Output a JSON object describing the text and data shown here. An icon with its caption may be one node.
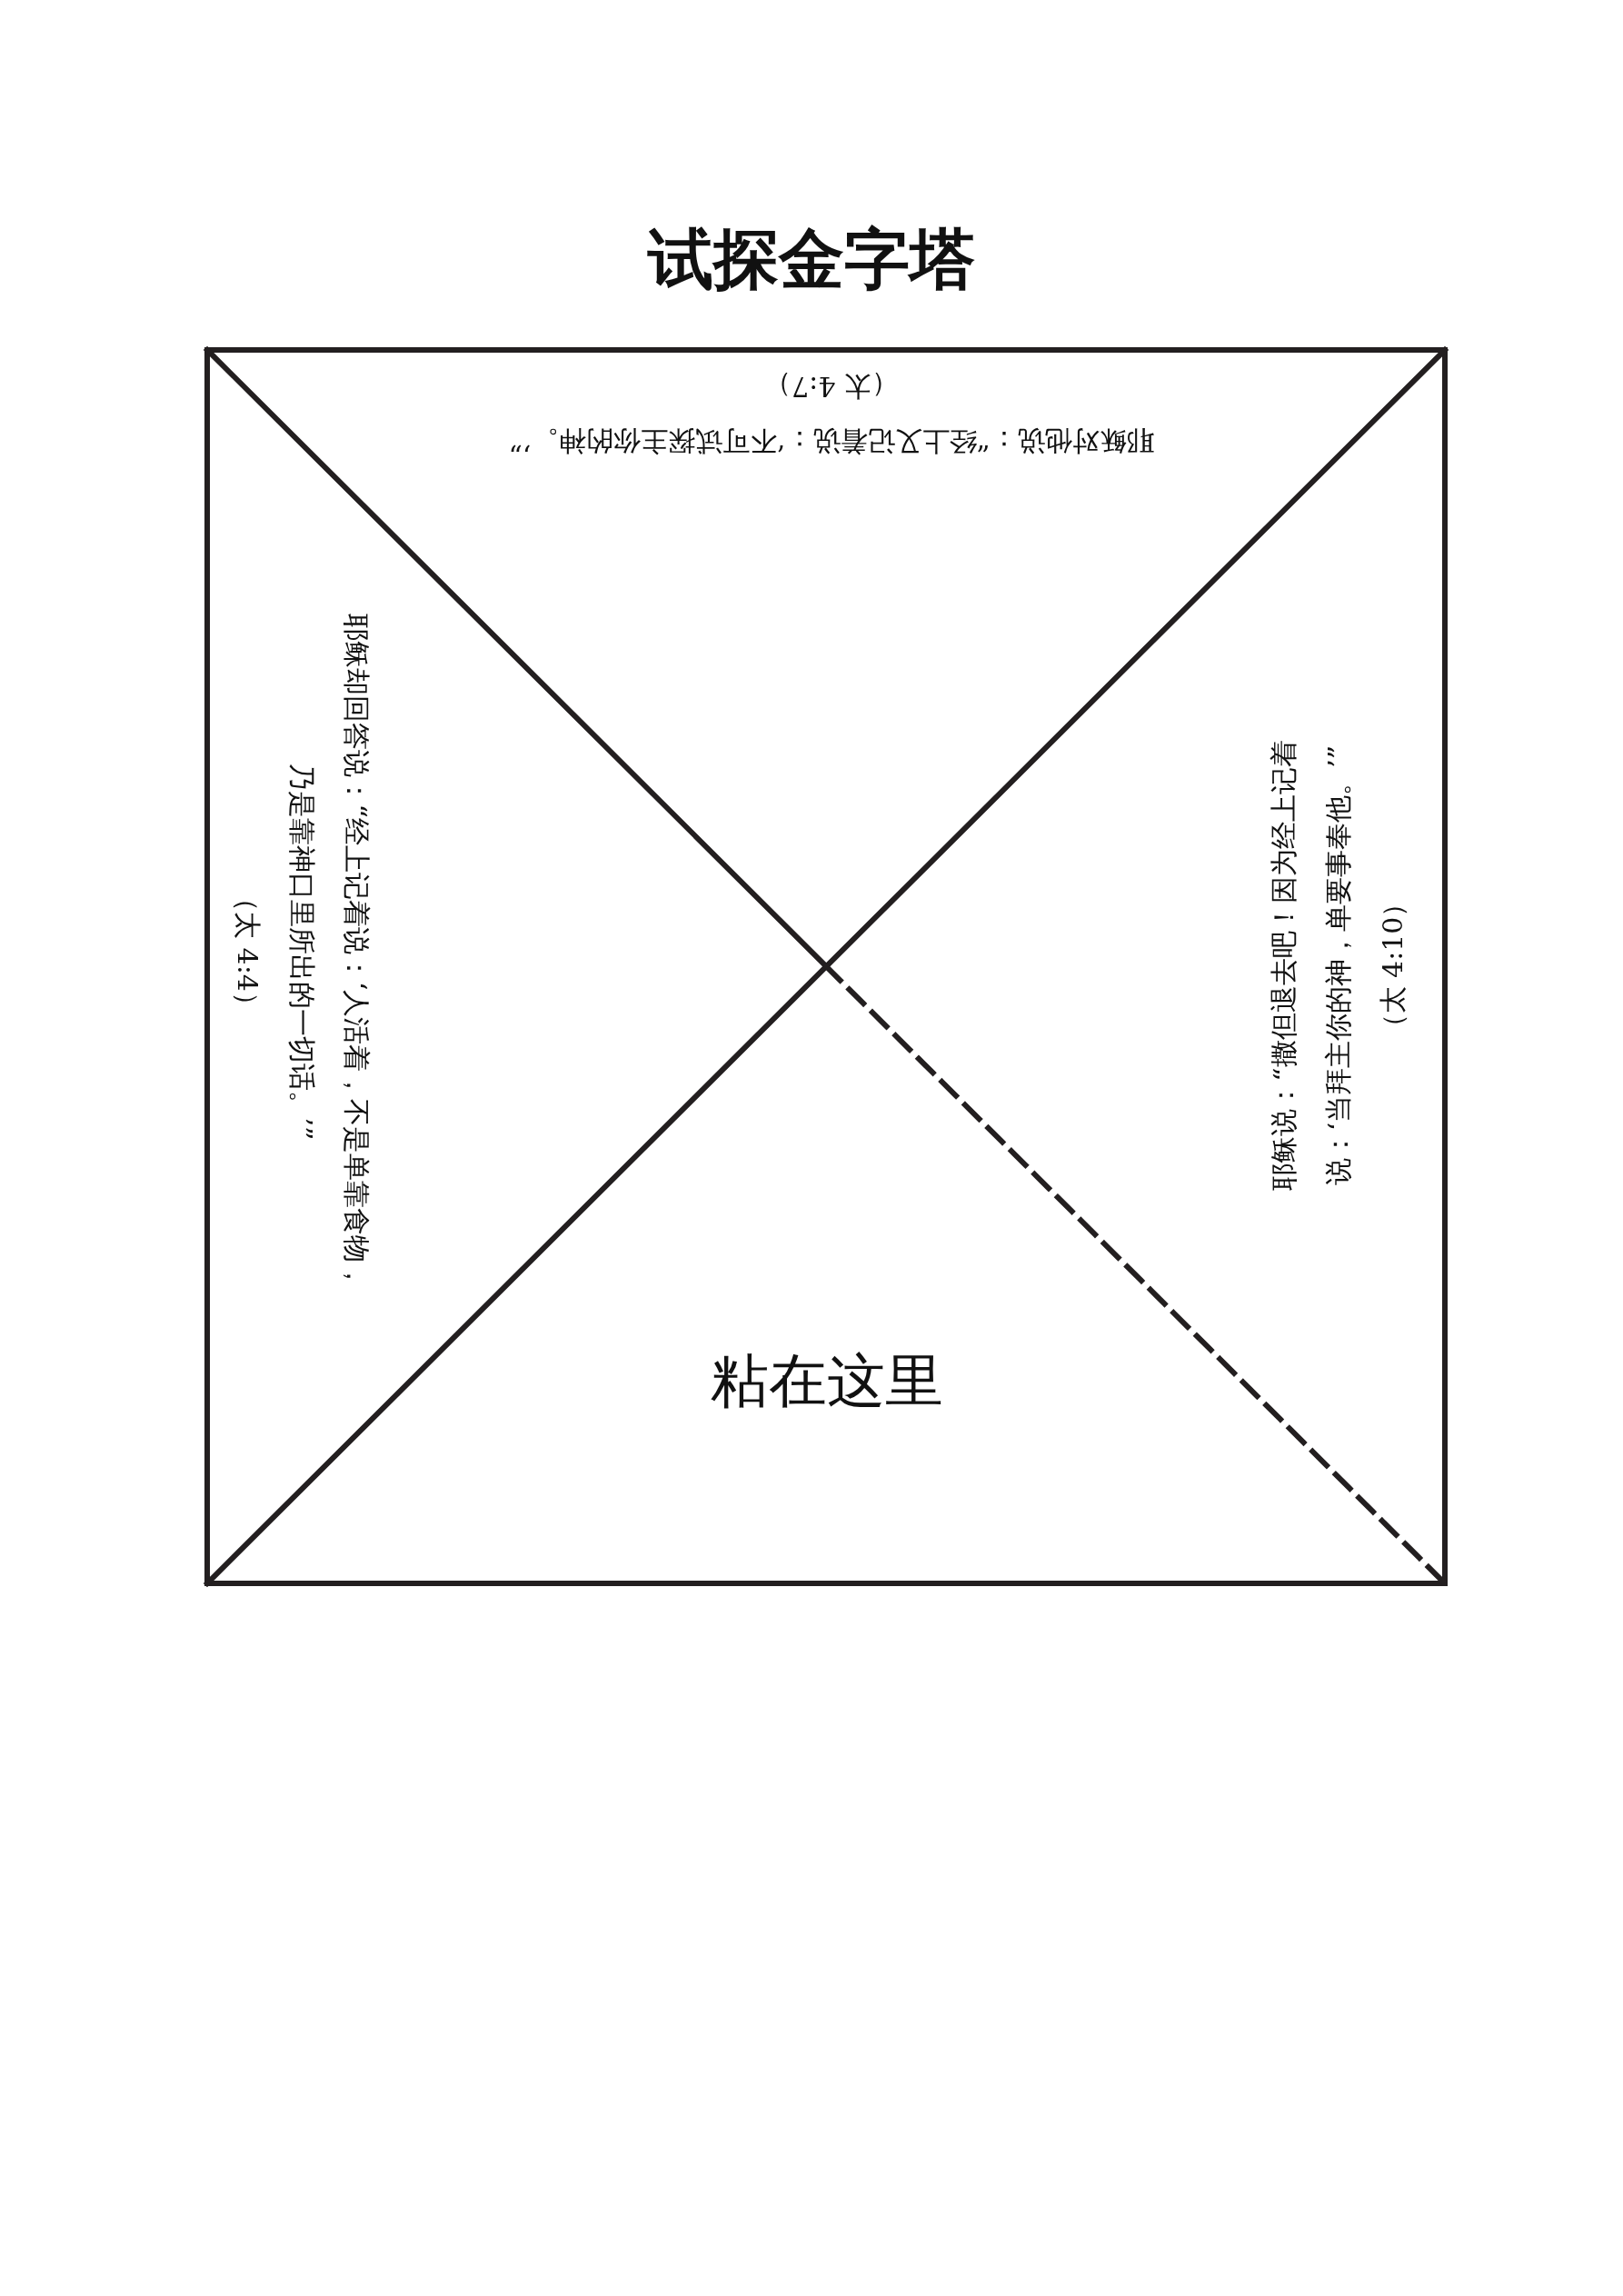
{
  "diagram": {
    "title": "试探金字塔",
    "labels": [
      "耶稣对他说：“经上又记着说：‘不可试探主你的神。’”",
      "（太 4:7）",
      "耶稣却回答说：“经上记着说：‘人活着，不是单靠食物，乃是靠神口里所出的一切话。’”",
      "（太 4:4）",
      "耶稣说：“撒但退去吧！因为经上记着说：‘当拜主你的神，单要事奉他。’”",
      "（太 4:10）",
      "粘在这里"
    ]
  }
}
